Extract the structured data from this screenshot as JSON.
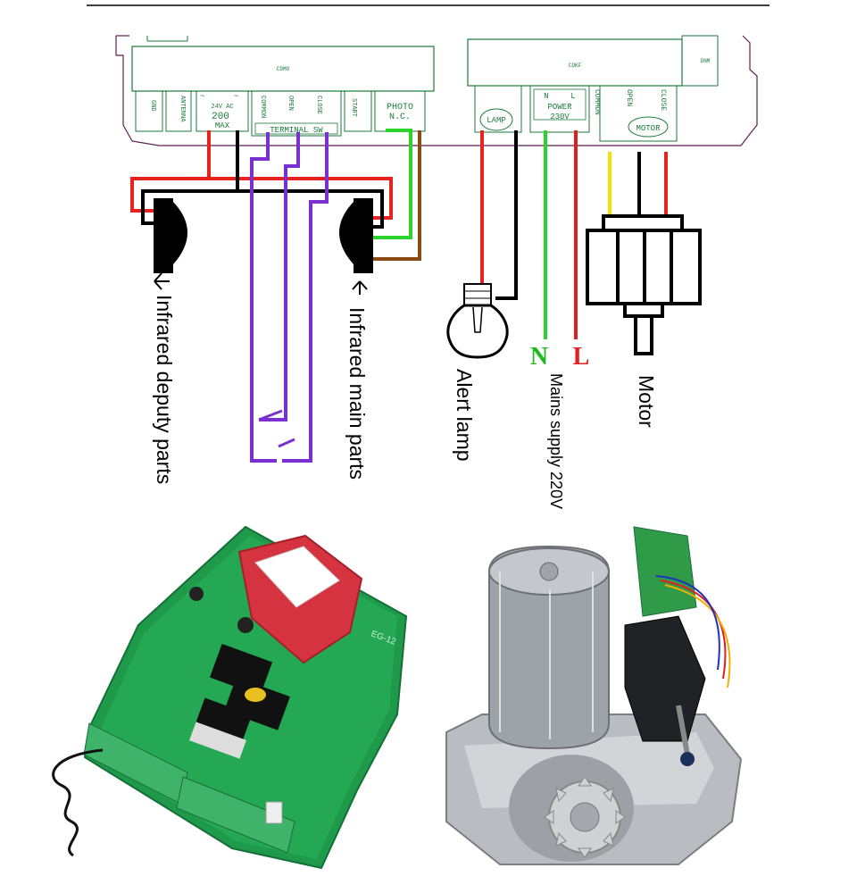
{
  "board": {
    "left_module_label": "CDMO",
    "right_module_label": "CDKF",
    "dnm_label": "DNM",
    "gnd_label": "GND",
    "antenna_label": "ANTENNA",
    "ac_label_top": "24V AC",
    "ac_label_mid": "200",
    "ac_label_bottom": "MAX",
    "common_label": "COMMON",
    "open_label": "OPEN",
    "close_label": "CLOSE",
    "terminal_sw_label": "TERMINAL SW",
    "start_label": "START",
    "photo_label_top": "PHOTO",
    "photo_label_bottom": "N.C.",
    "lamp_label": "LAMP",
    "power_n_label": "N",
    "power_l_label": "L",
    "power_label": "POWER",
    "power_voltage": "230V",
    "motor_common_label": "COMMON",
    "motor_open_label": "OPEN",
    "motor_close_label": "CLOSE",
    "motor_label": "MOTOR"
  },
  "labels": {
    "infrared_deputy": "Infrared deputy parts",
    "infrared_main": "Infrared main parts",
    "alert_lamp": "Alert lamp",
    "mains_supply": "Mains supply 220V",
    "motor": "Motor",
    "n_letter": "N",
    "l_letter": "L"
  },
  "photos": {
    "control_board_text": "EG-12"
  },
  "colors": {
    "board_outline": "#5a1f4f",
    "board_text": "#1a7a3a",
    "wire_red": "#e8231f",
    "wire_black": "#000000",
    "wire_purple": "#7a2fd0",
    "wire_green": "#2bd42b",
    "wire_brown": "#8a4a14",
    "wire_yellow": "#f2e000",
    "n_green": "#22b822",
    "l_red": "#e02020"
  }
}
